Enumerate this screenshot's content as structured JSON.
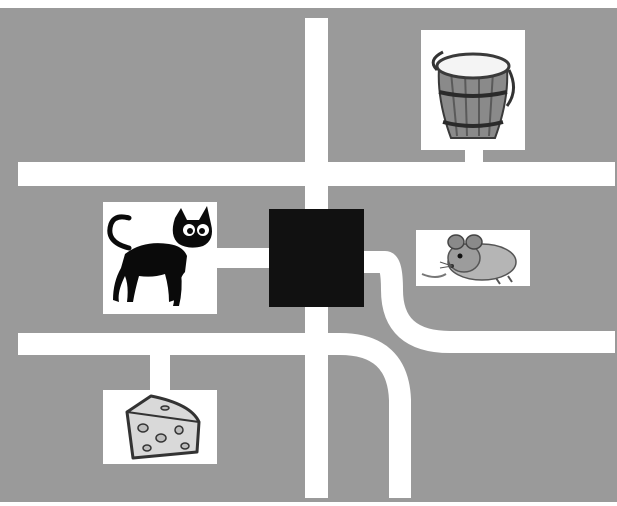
{
  "scene": {
    "background_color": "#9a9a9a",
    "road_color": "#ffffff",
    "center_block_color": "#111111"
  },
  "pictures": [
    {
      "id": "bucket",
      "icon": "milk-bucket-icon",
      "label": ""
    },
    {
      "id": "cat",
      "icon": "black-cat-icon",
      "label": ""
    },
    {
      "id": "mouse",
      "icon": "mouse-icon",
      "label": ""
    },
    {
      "id": "cheese",
      "icon": "cheese-icon",
      "label": ""
    }
  ]
}
